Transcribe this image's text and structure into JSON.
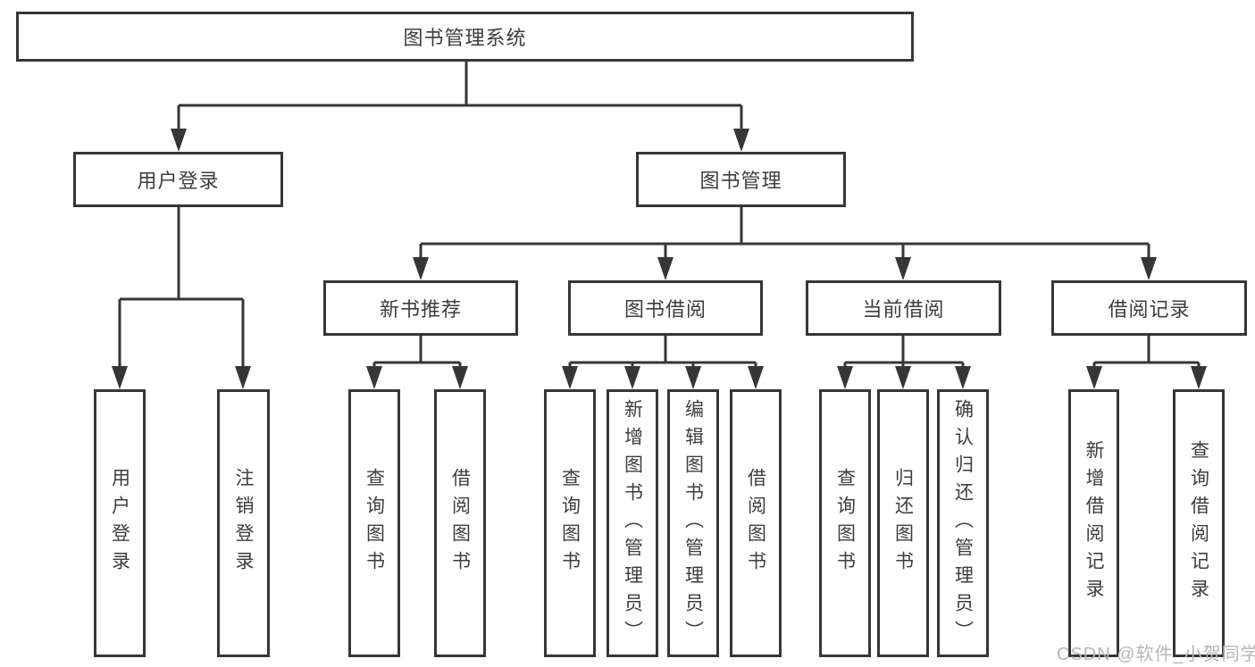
{
  "diagram_type": "hierarchy-tree",
  "watermark": "CSDN @软件_小贺同学",
  "colors": {
    "line": "#363636",
    "box_border": "#363636",
    "text": "#3d3d3d",
    "background": "#ffffff",
    "watermark": "#b6b6b6"
  },
  "nodes": {
    "root": {
      "label": "图书管理系统"
    },
    "user_login": {
      "label": "用户登录"
    },
    "book_mgmt": {
      "label": "图书管理"
    },
    "new_book_rec": {
      "label": "新书推荐"
    },
    "book_borrow": {
      "label": "图书借阅"
    },
    "current_borrow": {
      "label": "当前借阅"
    },
    "borrow_records": {
      "label": "借阅记录"
    },
    "leaf_user_login": {
      "label": "用户登录"
    },
    "leaf_logout": {
      "label": "注销登录"
    },
    "leaf_query_books_rec": {
      "label": "查询图书"
    },
    "leaf_borrow_books_rec": {
      "label": "借阅图书"
    },
    "leaf_query_books_borrow": {
      "label": "查询图书"
    },
    "leaf_add_books_admin": {
      "label": "新增图书（管理员）"
    },
    "leaf_edit_books_admin": {
      "label": "编辑图书（管理员）"
    },
    "leaf_borrow_books_borrow": {
      "label": "借阅图书"
    },
    "leaf_query_books_current": {
      "label": "查询图书"
    },
    "leaf_return_books": {
      "label": "归还图书"
    },
    "leaf_confirm_return_admin": {
      "label": "确认归还（管理员）"
    },
    "leaf_add_borrow_record": {
      "label": "新增借阅记录"
    },
    "leaf_query_borrow_record": {
      "label": "查询借阅记录"
    }
  },
  "edges": [
    "图书管理系统 → 用户登录",
    "图书管理系统 → 图书管理",
    "用户登录 → 用户登录",
    "用户登录 → 注销登录",
    "图书管理 → 新书推荐",
    "图书管理 → 图书借阅",
    "图书管理 → 当前借阅",
    "图书管理 → 借阅记录",
    "新书推荐 → 查询图书",
    "新书推荐 → 借阅图书",
    "图书借阅 → 查询图书",
    "图书借阅 → 新增图书（管理员）",
    "图书借阅 → 编辑图书（管理员）",
    "图书借阅 → 借阅图书",
    "当前借阅 → 查询图书",
    "当前借阅 → 归还图书",
    "当前借阅 → 确认归还（管理员）",
    "借阅记录 → 新增借阅记录",
    "借阅记录 → 查询借阅记录"
  ]
}
